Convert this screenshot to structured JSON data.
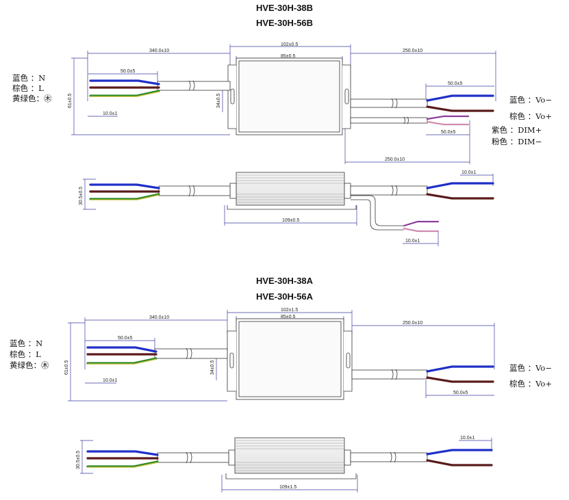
{
  "titles": {
    "b1": "HVE-30H-38B",
    "b2": "HVE-30H-56B",
    "a1": "HVE-30H-38A",
    "a2": "HVE-30H-56A"
  },
  "input_labels": {
    "n": "蓝色 ：N",
    "l": "棕色 ：L",
    "pe": "黄绿色：㊍"
  },
  "output_labels": {
    "vminus": "蓝色 ：Vo−",
    "vplus": "棕色 ：Vo+",
    "dimplus": "紫色 ：DIM+",
    "dimminus": "粉色 ：DIM−"
  },
  "dims": {
    "in_total": "340.0±10",
    "body_outer": "102±0.5",
    "body_inner": "85±0.5",
    "out_total": "250.0±10",
    "strip_in": "50.0±5",
    "strip_out": "50.0±5",
    "tip": "10.0±1",
    "height": "61±0.5",
    "center": "34±0.5",
    "dim_strip": "50.0±5",
    "dim_total": "250.0±10",
    "side_height": "30.5±0.5",
    "base": "109±0.5",
    "dim_tip": "10.0±1",
    "a_body_outer": "102±1.5",
    "a_body_inner": "85±0.5",
    "a_height": "61±0.5",
    "a_base": "109±1.5"
  },
  "colors": {
    "blue": "#1e2fc8",
    "brown": "#5a1a1a",
    "green": "#2a8a2a",
    "yellow": "#e0c020",
    "purple": "#8a3a9a",
    "pink": "#d08ab0",
    "dimline": "#3a3aa0"
  }
}
